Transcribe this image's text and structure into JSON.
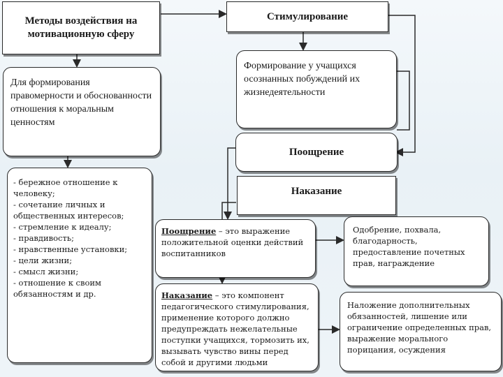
{
  "methods_box": {
    "title": "Методы воздействия на мотивационную сферу"
  },
  "purpose_box": {
    "text": "Для формирования правомерности и обоснованности отношения к моральным ценностям"
  },
  "values_list": {
    "items": [
      "- бережное отношение к человеку;",
      "- сочетание личных и общественных интересов;",
      "- стремление к идеалу;",
      "- правдивость;",
      "- нравственные установки;",
      "- цели жизни;",
      "- смысл жизни;",
      "- отношение к своим обязанностям и др."
    ]
  },
  "stimulation_box": {
    "title": "Стимулирование"
  },
  "formation_box": {
    "text": "Формирование у учащихся осознанных побуждений их жизнедеятельности"
  },
  "encouragement_box": {
    "title": "Поощрение"
  },
  "punishment_box": {
    "title": "Наказание"
  },
  "encouragement_def": {
    "term": "Поощрение",
    "text": " – это выражение положительной оценки действий воспитанников"
  },
  "encouragement_forms": {
    "text": "Одобрение, похвала, благодарность, предоставление почетных прав, награждение"
  },
  "punishment_def": {
    "term": "Наказание",
    "text": " – это компонент педагогического стимулирования, применение которого должно предупреждать нежелательные поступки учащихся, тормозить их, вызывать чувство вины перед собой и другими людьми"
  },
  "punishment_forms": {
    "text": "Наложение дополнительных обязанностей, лишение или ограничение определенных прав, выражение морального порицания, осуждения"
  }
}
